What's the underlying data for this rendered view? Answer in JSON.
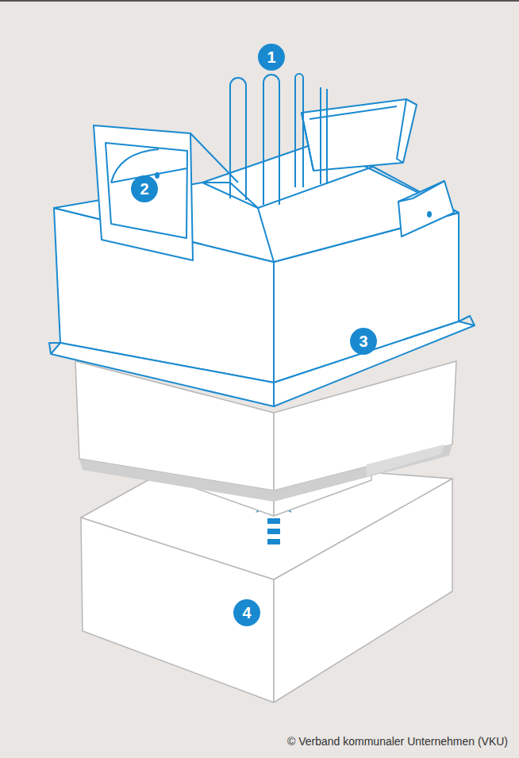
{
  "diagram": {
    "labels": [
      "1",
      "2",
      "3",
      "4",
      "© Verband kommunaler Unternehmen (VKU)"
    ]
  }
}
